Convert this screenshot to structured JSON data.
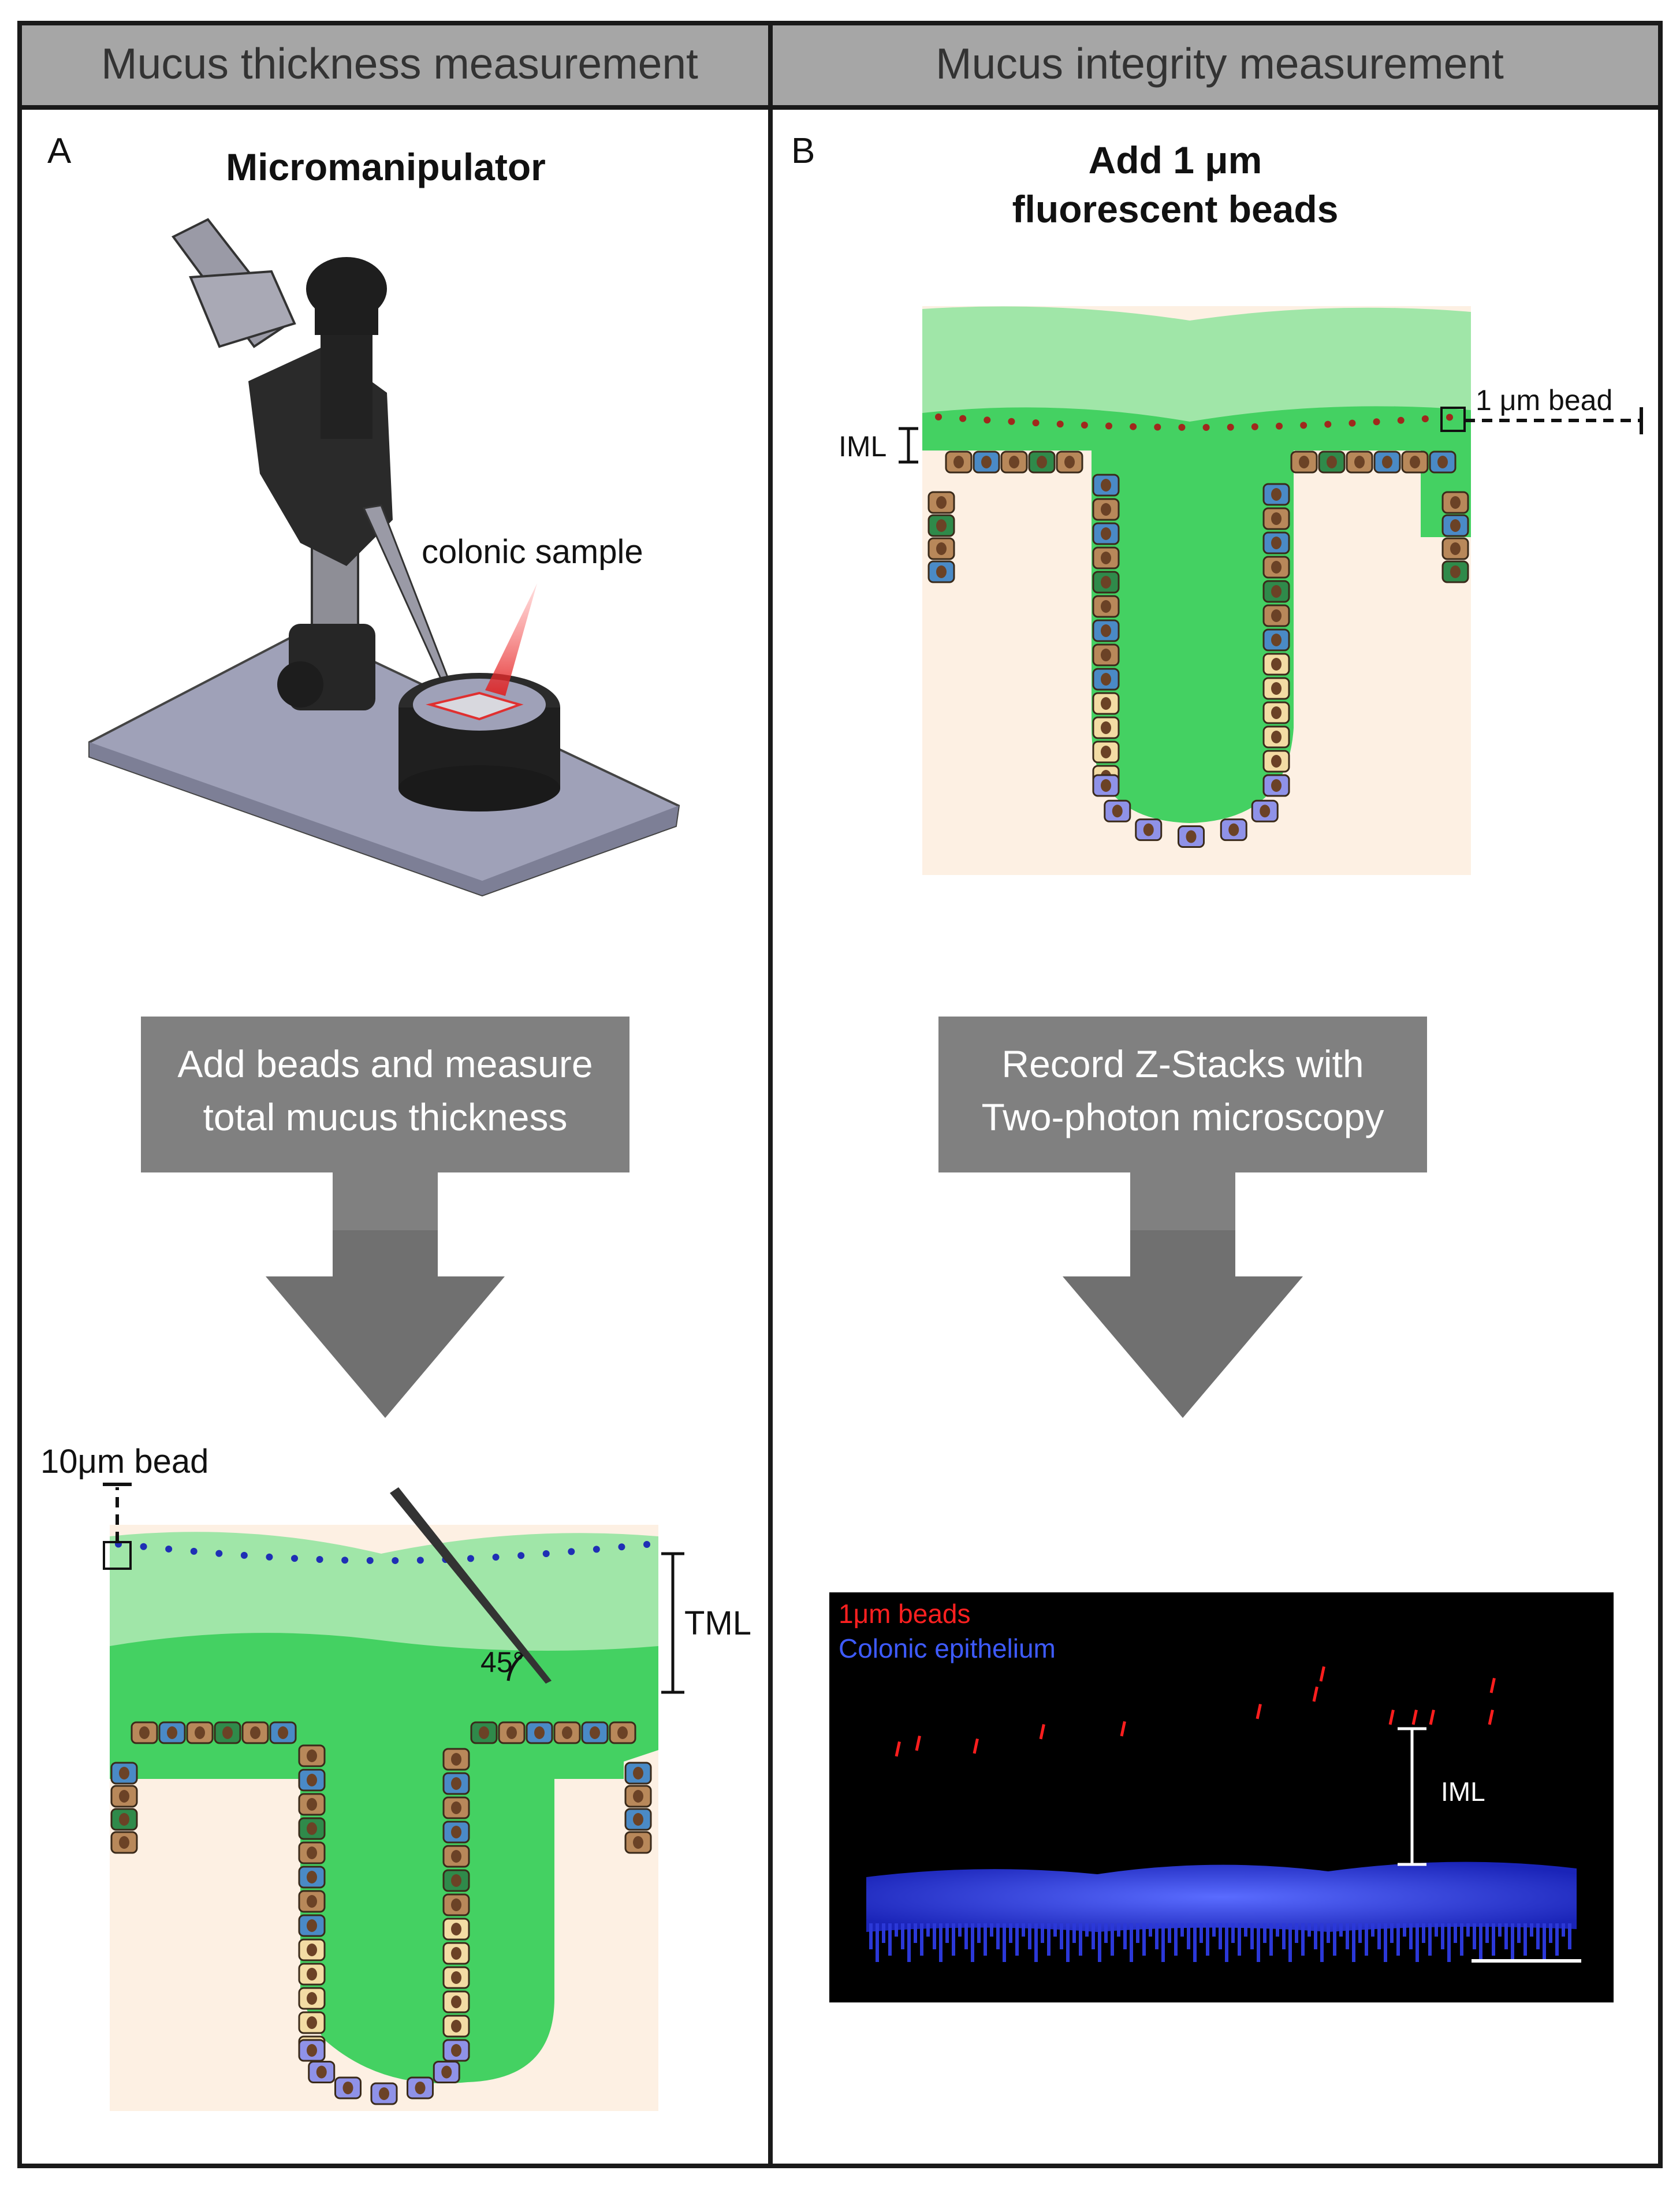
{
  "headers": {
    "left": "Mucus thickness measurement",
    "right": "Mucus integrity measurement"
  },
  "panel_a": {
    "letter": "A",
    "title": "Micromanipulator",
    "sample_label": "colonic sample",
    "arrow_line1": "Add beads and measure",
    "arrow_line2": "total mucus thickness",
    "bead_label": "10μm bead",
    "tml_label": "TML",
    "angle_label": "45°"
  },
  "panel_b": {
    "letter": "B",
    "title_line1": "Add 1 μm",
    "title_line2": "fluorescent beads",
    "bead_label": "1 μm bead",
    "iml_label": "IML",
    "arrow_line1": "Record Z-Stacks with",
    "arrow_line2": "Two-photon microscopy",
    "micro_legend_red": "1μm beads",
    "micro_legend_blue": "Colonic epithelium",
    "micro_iml_label": "IML"
  },
  "colors": {
    "header_bg": "#a6a6a6",
    "arrow": "#808080",
    "outer_mucus": "#a0e6a8",
    "inner_mucus": "#44d162",
    "tissue": "#fdf0e3",
    "bead_blue": "#1f2fb5",
    "bead_red": "#a0281c",
    "fluor_red": "#ff1e1e",
    "fluor_blue": "#2c3cf0"
  }
}
